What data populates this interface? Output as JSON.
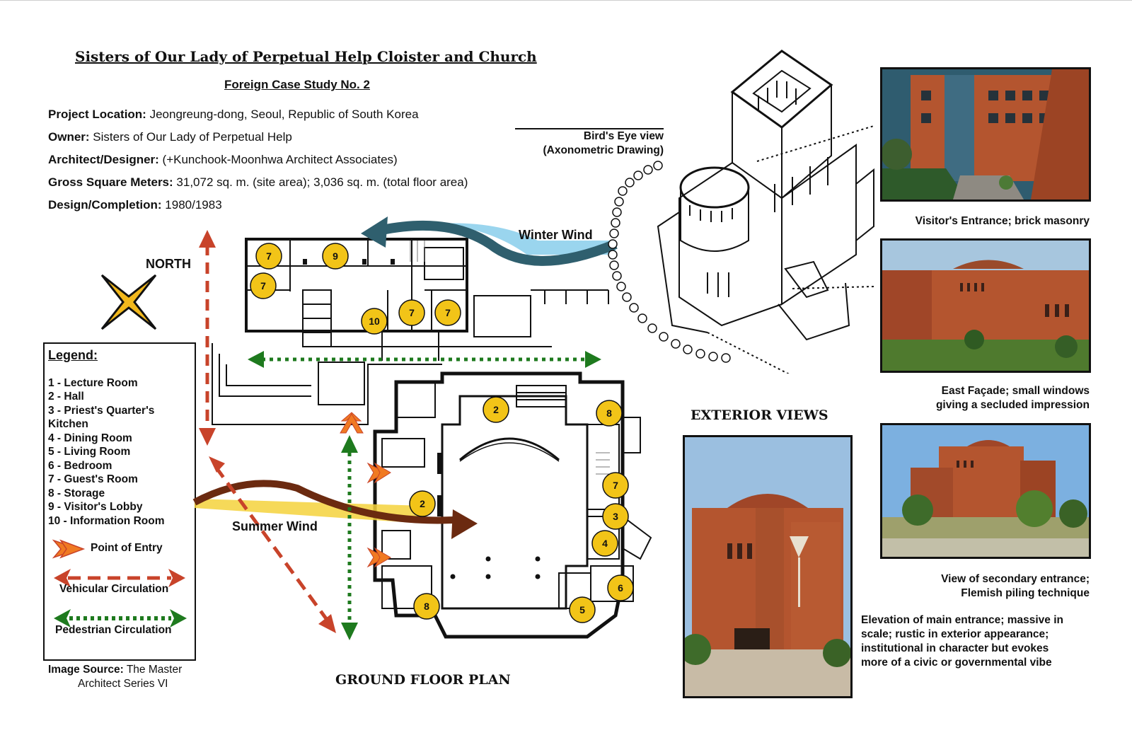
{
  "header": {
    "title": "Sisters of Our Lady of Perpetual Help Cloister and Church",
    "subtitle": "Foreign Case Study No. 2"
  },
  "project_info": [
    {
      "label": "Project Location:",
      "value": " Jeongreung-dong, Seoul, Republic of South Korea"
    },
    {
      "label": "Owner:",
      "value": " Sisters of Our Lady of Perpetual Help"
    },
    {
      "label": "Architect/Designer:",
      "value": " (+Kunchook-Moonhwa Architect Associates)"
    },
    {
      "label": "Gross Square Meters:",
      "value": " 31,072 sq. m. (site area); 3,036 sq. m. (total floor area)"
    },
    {
      "label": "Design/Completion:",
      "value": " 1980/1983"
    }
  ],
  "north_label": "NORTH",
  "legend": {
    "title": "Legend:",
    "items": [
      "1 - Lecture Room",
      "2 - Hall",
      "3 - Priest's Quarter's",
      "Kitchen",
      "4 - Dining Room",
      "5 - Living Room",
      "6 - Bedroom",
      "7 - Guest's Room",
      "8 - Storage",
      "9 - Visitor's Lobby",
      "10 - Information Room"
    ],
    "entry_label": "Point of Entry",
    "vehicular_label": "Vehicular Circulation",
    "pedestrian_label": "Pedestrian Circulation"
  },
  "source": {
    "label": "Image Source:",
    "value": " The Master",
    "line2": "Architect Series VI"
  },
  "plan": {
    "label": "GROUND FLOOR PLAN",
    "winter_wind": "Winter Wind",
    "summer_wind": "Summer Wind",
    "room_numbers": [
      "7",
      "9",
      "7",
      "10",
      "7",
      "7",
      "2",
      "8",
      "2",
      "7",
      "3",
      "4",
      "6",
      "5",
      "8"
    ]
  },
  "birds_eye": {
    "line1": "Bird's Eye view",
    "line2": "(Axonometric Drawing)"
  },
  "exterior_label": "EXTERIOR VIEWS",
  "photos": {
    "visitor_caption": "Visitor's Entrance; brick masonry",
    "east_caption_1": "East Façade; small windows",
    "east_caption_2": "giving a secluded impression",
    "secondary_caption_1": "View of secondary entrance;",
    "secondary_caption_2": "Flemish piling technique",
    "elevation_caption": [
      "Elevation of main entrance; massive in",
      "scale; rustic in exterior appearance;",
      "institutional in character but evokes",
      "more of a civic or governmental vibe"
    ]
  },
  "colors": {
    "brick": "#b4552f",
    "sky": "#8bb8d8",
    "circle_fill": "#f2c418",
    "vehicular": "#c8432a",
    "pedestrian": "#1e7a1e",
    "entry": "#f07a22",
    "winter": "#8fd0ec",
    "summer": "#f4d23c",
    "compass": "#f2b81c"
  }
}
